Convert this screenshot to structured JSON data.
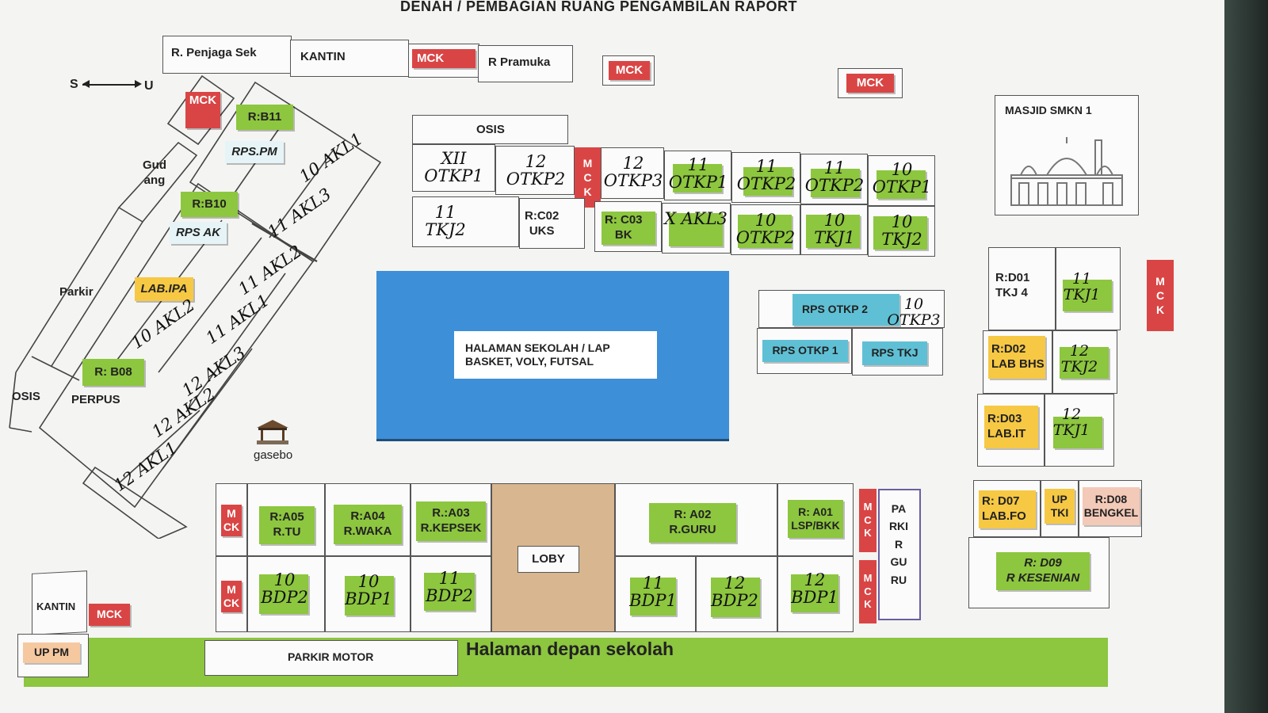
{
  "title": "DENAH / PEMBAGIAN RUANG PENGAMBILAN RAPORT",
  "compass": {
    "left": "S",
    "right": "U"
  },
  "colors": {
    "green": "#8dc63f",
    "yellow": "#f6c844",
    "red": "#d94545",
    "blue": "#3d8fd8",
    "cyan": "#5fc0d5"
  },
  "top_row": {
    "penjaga": "R. Penjaga Sek",
    "kantin": "KANTIN",
    "mck1": "MCK",
    "pramuka": "R Pramuka",
    "mck2": "MCK",
    "mck3": "MCK"
  },
  "masjid": "MASJID SMKN 1",
  "osis_top": "OSIS",
  "mck_vertical": [
    "M",
    "C",
    "K"
  ],
  "north_rooms": {
    "row1": [
      "XII OTKP1",
      "12 OTKP2",
      "12 OTKP3",
      "11 OTKP1",
      "11 OTKP2",
      "11 OTKP2",
      "10 OTKP1"
    ],
    "row2_hand": [
      "11 TKJ2",
      "X AKL3",
      "10 OTKP2",
      "10 TKJ1",
      "10 TKJ2"
    ],
    "c02": "R:C02\nUKS",
    "c03": "R: C03\nBK"
  },
  "halaman": "HALAMAN SEKOLAH / LAP\nBASKET, VOLY, FUTSAL",
  "rps": {
    "otkp2": "RPS OTKP 2",
    "otkp2_hand": "10 OTKP3",
    "otkp1": "RPS OTKP 1",
    "tkj": "RPS TKJ"
  },
  "east_rooms": {
    "d01": "R:D01\nTKJ 4",
    "d01_hand": "11\nTKJ1",
    "d02": "R:D02\nLAB BHS",
    "d02_hand": "12\nTKJ2",
    "d03": "R:D03\nLAB.IT",
    "d03_hand": "12\nTKJ1",
    "d07": "R: D07\nLAB.FO",
    "up_tki": "UP\nTKI",
    "d08": "R:D08\nBENGKEL",
    "d09": "R: D09\nR KESENIAN"
  },
  "west": {
    "mck": "MCK",
    "b11": "R:B11",
    "rps_pm": "RPS.PM",
    "gudang": "Gud\nang",
    "b10": "R:B10",
    "rps_ak": "RPS AK",
    "parkir": "Parkir",
    "lab_ipa": "LAB.IPA",
    "b08": "R: B08",
    "perpus": "PERPUS",
    "osis": "OSIS",
    "hand": [
      "10 AKL1",
      "11 AKL3",
      "11 AKL2",
      "10 AKL2",
      "11 AKL1",
      "12 AKL3",
      "12 AKL2",
      "12 AKL1"
    ]
  },
  "gasebo": "gasebo",
  "south_rooms": {
    "a05": "R:A05\nR.TU",
    "a04": "R:A04\nR.WAKA",
    "a03": "R.:A03\nR.KEPSEK",
    "loby": "LOBY",
    "a02": "R: A02\nR.GURU",
    "a01": "R: A01\nLSP/BKK",
    "mck_left": "M\nCK",
    "hand": [
      "10 BDP2",
      "10 BDP1",
      "11 BDP2",
      "11 BDP1",
      "12 BDP2",
      "12 BDP1"
    ],
    "parkir_guru": "PA\nRKI\nR\nGU\nRU"
  },
  "bottom": {
    "kantin": "KANTIN",
    "mck": "MCK",
    "up_pm": "UP PM",
    "parkir_motor": "PARKIR MOTOR",
    "halaman_depan": "Halaman depan sekolah"
  }
}
